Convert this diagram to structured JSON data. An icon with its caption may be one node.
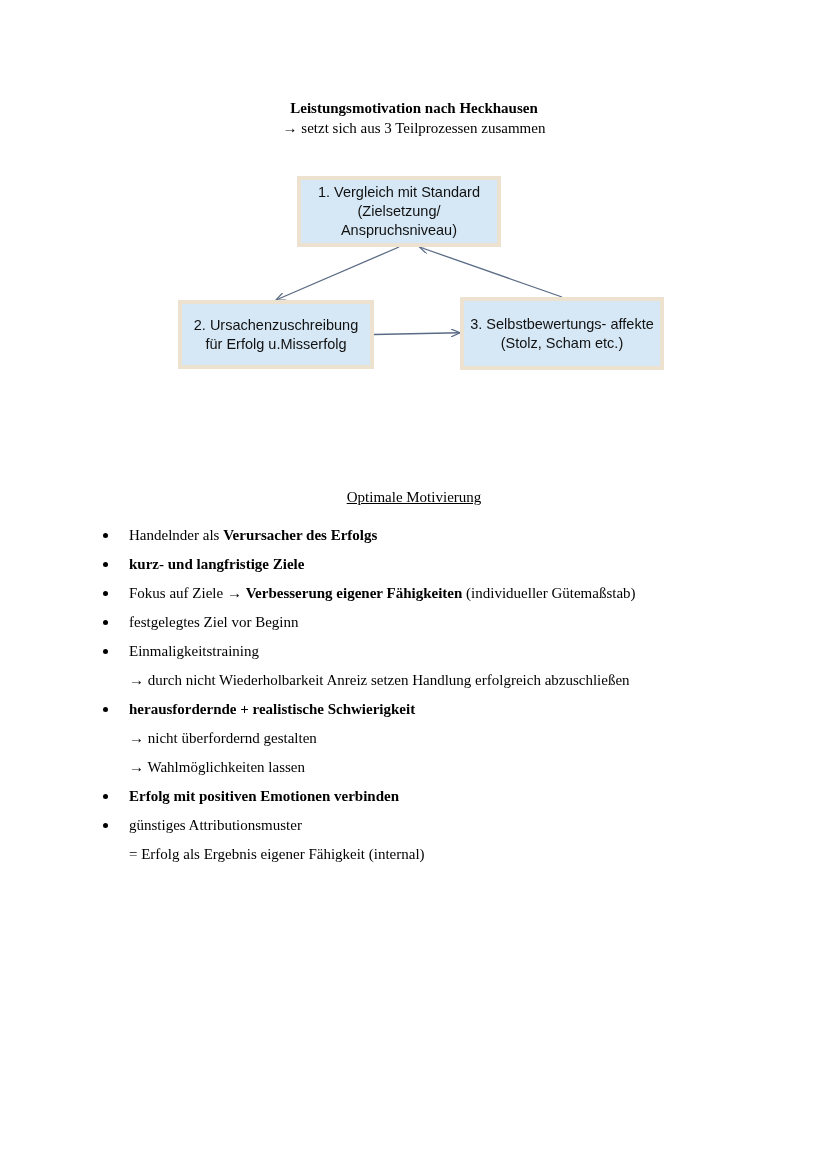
{
  "diagram": {
    "title": "Leistungsmotivation nach Heckhausen",
    "nodes": [
      {
        "text": [
          "1. Vergleich mit Standard (Zielsetzung/ Anspruchsniveau)"
        ]
      },
      {
        "text": [
          "2. Ursachenzuschreibung für Erfolg u.Misserfolg"
        ]
      },
      {
        "text": [
          "3. Selbstbewertungs- affekte (Stolz, Scham etc.)"
        ]
      }
    ],
    "edges": [
      {
        "from": 0,
        "to": 1,
        "arrow": "to"
      },
      {
        "from": 1,
        "to": 2,
        "arrow": "to"
      },
      {
        "from": 2,
        "to": 0,
        "arrow": "to"
      }
    ],
    "labels": [
      "→ setzt sich aus 3 Teilprozessen zusammen",
      "Optimale Motivierung",
      "Handelnder als **Verursacher des Erfolgs**",
      "kurz- und langfristige Ziele",
      "Fokus auf Ziele → **Verbesserung eigener Fähigkeiten** (individueller Gütemaßstab)",
      "festgelegtes Ziel vor Beginn",
      "Einmaligkeitstraining",
      "→ durch nicht Wiederholbarkeit Anreiz setzen Handlung erfolgreich abzuschließen",
      "herausfordernde + realistische Schwierigkeit",
      "→ nicht überfordernd gestalten",
      "→ Wahlmöglichkeiten lassen",
      "Erfolg mit positiven Emotionen verbinden",
      "günstiges Attributionsmuster",
      "= Erfolg als Ergebnis eigener Fähigkeit (internal)"
    ]
  }
}
